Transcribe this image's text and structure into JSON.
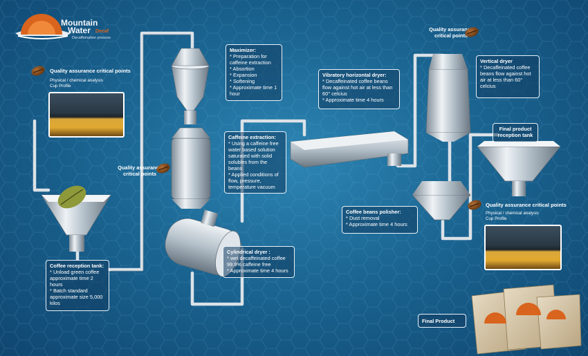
{
  "logo": {
    "line1": "Mountain",
    "line2": "Water",
    "word": "Decaf",
    "tagline": "Decaffeination process"
  },
  "qa_main": {
    "title": "Quality assurance critical points",
    "sub1": "Physical / chemical analysis",
    "sub2": "Cup Profile"
  },
  "qa_mid": {
    "line1": "Quality assurance",
    "line2": "critical points"
  },
  "qa_top_right": {
    "line1": "Quality assurance",
    "line2": "critical points"
  },
  "qa_right": {
    "title": "Quality assurance critical points",
    "sub1": "Physical / chemical analysis",
    "sub2": "Cup Profile"
  },
  "maximizer": {
    "title": "Maximizer:",
    "items": [
      "Preparation  for caffeine extraction",
      "Absortion",
      "Expansion",
      "Softening",
      "Approximate time 1 hour"
    ]
  },
  "caffeine_extraction": {
    "title": "Caffeine extraction:",
    "items": [
      "Using a caffeine free water based solution saturated with solid solubles from the beans",
      "Applied conditions of  flow, pressure, temperature vacuum"
    ]
  },
  "cylindrical_dryer": {
    "title": "Cylindrical dryer :",
    "items": [
      "wet decaffeinated coffee 99.9% caffeine free",
      "Approximate time 4 hours"
    ]
  },
  "coffee_reception": {
    "title": "Coffee reception tank:",
    "items": [
      "Unload green coffee approximate time 2 hours",
      "Batch standard approximate  size 5,000 kilos"
    ]
  },
  "vibratory_dryer": {
    "title": "Vibratory horizontal dryer:",
    "items": [
      "Decaffeinated coffee beans flow against hot air at less than 60° celcius",
      "Approximate time 4 hours"
    ]
  },
  "vertical_dryer": {
    "title": "Vertical dryer",
    "items": [
      "Decaffeinated coffee beans flow against hot air at less than 60° celcius"
    ]
  },
  "final_tank": {
    "line1": "Final product",
    "line2": "reception tank"
  },
  "polisher": {
    "title": "Coffee beans polisher:",
    "items": [
      "Dust removal",
      "Approximate time 4 hours"
    ]
  },
  "final_product": {
    "label": "Final Product"
  },
  "colors": {
    "background": "#1b6592",
    "metal": "#c9d3dc",
    "pipe": "#d9e0e6",
    "box_border": "#e8f2fa",
    "logo_orange": "#d9641e",
    "gold": "#e0a830"
  }
}
